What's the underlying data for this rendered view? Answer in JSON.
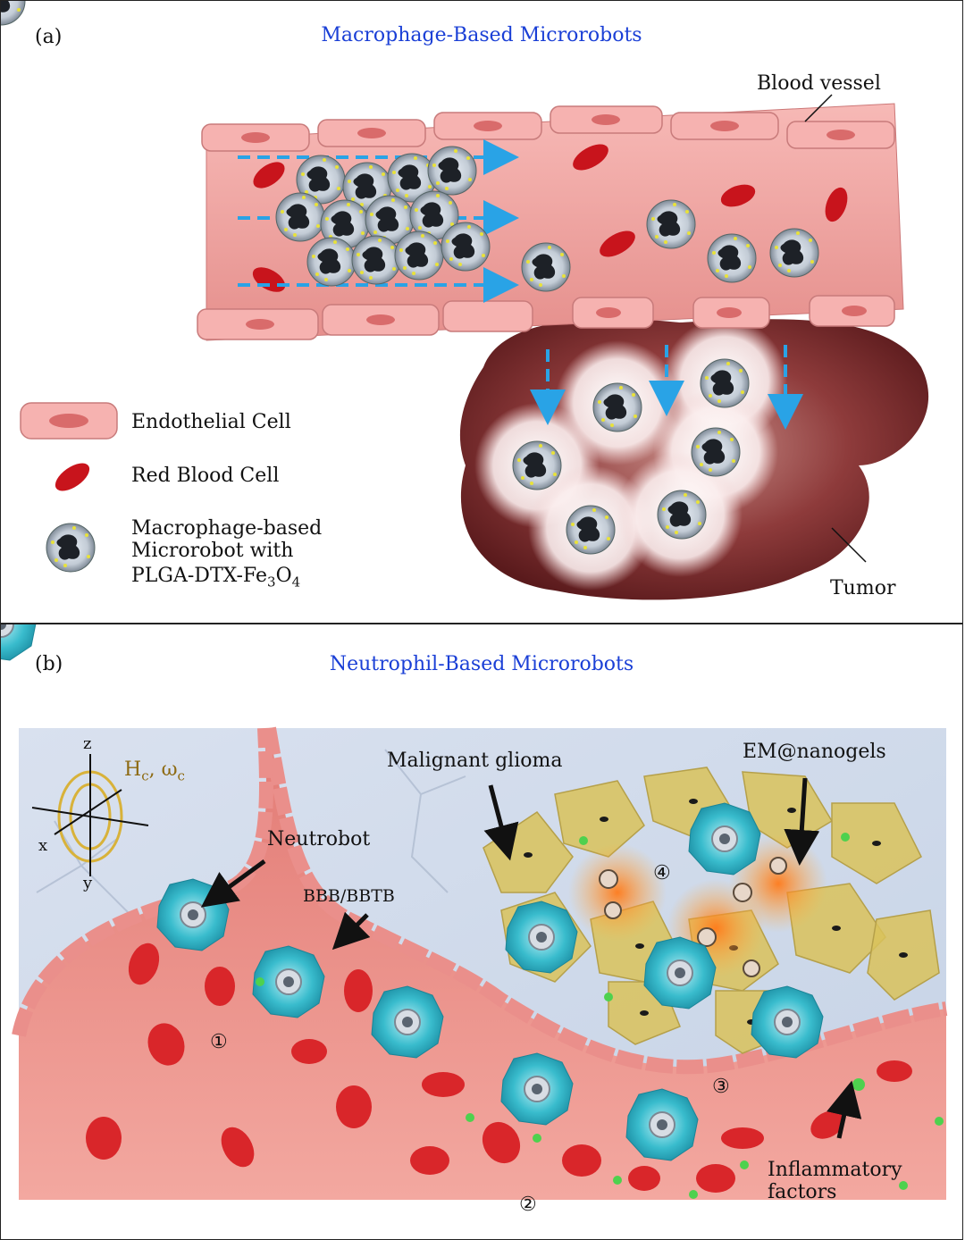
{
  "panel_a": {
    "label": "(a)",
    "title": "Macrophage-Based Microrobots",
    "blood_vessel": "Blood vessel",
    "tumor": "Tumor",
    "legend": {
      "endothelial": "Endothelial Cell",
      "rbc": "Red Blood Cell",
      "macro_line1": "Macrophage-based",
      "macro_line2": "Microrobot with",
      "macro_line3_prefix": "PLGA-DTX-Fe",
      "macro_sub1": "3",
      "macro_mid": "O",
      "macro_sub2": "4"
    }
  },
  "panel_b": {
    "label": "(b)",
    "title": "Neutrophil-Based Microrobots",
    "axis_z": "z",
    "axis_x": "x",
    "axis_y": "y",
    "field_H": "H",
    "field_sub_c1": "c",
    "field_omega": ", ω",
    "field_sub_c2": "c",
    "neutrobot": "Neutrobot",
    "bbb": "BBB/BBTB",
    "glioma": "Malignant glioma",
    "nanogels": "EM@nanogels",
    "inflam_line1": "Inflammatory",
    "inflam_line2": "factors",
    "step1": "①",
    "step2": "②",
    "step3": "③",
    "step4": "④"
  },
  "colors": {
    "panel_title": "#1a3fd6",
    "vessel_pink": "#f0a3a3",
    "rbc_red": "#c8141c",
    "tumor_brown": "#7a2a2a",
    "neutrophil_cyan": "#2ab6c9",
    "glioma_yellow": "#d9c25a",
    "arrow_blue": "#29a3e6"
  }
}
